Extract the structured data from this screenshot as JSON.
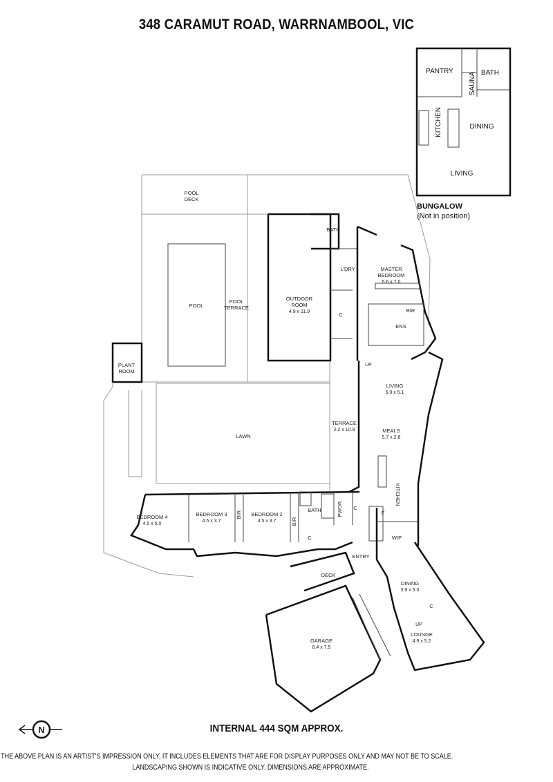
{
  "header": {
    "title": "348 CARAMUT ROAD, WARRNAMBOOL, VIC"
  },
  "bungalow": {
    "title": "BUNGALOW",
    "subtitle": "(Not in position)",
    "rooms": {
      "pantry": "PANTRY",
      "sauna": "SAUNA",
      "bath": "BATH",
      "kitchen": "KITCHEN",
      "dining": "DINING",
      "living": "LIVING"
    }
  },
  "rooms": {
    "pool_deck": [
      "POOL",
      "DECK"
    ],
    "pool": "POOL",
    "pool_terrace": [
      "POOL",
      "TERRACE"
    ],
    "plant_room": [
      "PLANT",
      "ROOM"
    ],
    "outdoor_room": {
      "name": [
        "OUTDOOR",
        "ROOM"
      ],
      "size": "4.9 x 11.9"
    },
    "bath_upper": "BATH",
    "laundry": "L'DRY",
    "cupboard_upper": "C",
    "master_bedroom": {
      "name": [
        "MASTER",
        "BEDROOM"
      ],
      "size": "5.6 x 7.0"
    },
    "master_bir": "BIR",
    "ensuite": "ENS",
    "lawn": "LAWN",
    "terrace": {
      "name": "TERRACE",
      "size": "2.2 x 10.9"
    },
    "living": {
      "name": "LIVING",
      "size": "6.9 x 5.1"
    },
    "meals": {
      "name": "MEALS",
      "size": "5.7 x 2.8"
    },
    "kitchen": "KITCHEN",
    "bedroom4": {
      "name": "BEDROOM 4",
      "size": "4.5 x 5.0"
    },
    "bedroom3": {
      "name": "BEDROOM 3",
      "size": "4.5 x 3.7"
    },
    "bir3": "BIR",
    "bedroom2": {
      "name": "BEDROOM 2",
      "size": "4.5 x 3.7"
    },
    "bir2": "BIR",
    "bath": "BATH",
    "pwdr": "PWDR",
    "cupboard_a": "C",
    "cupboard_b": "C",
    "fridge": "F",
    "wip": "WIP",
    "entry": "ENTRY",
    "deck": "DECK",
    "dining": {
      "name": "DINING",
      "size": "3.9 x 5.0"
    },
    "lounge": {
      "name": "LOUNGE",
      "size": "4.9 x 5.2"
    },
    "cupboard_lounge": "C",
    "garage": {
      "name": "GARAGE",
      "size": "8.4 x 7.5"
    },
    "up1": "UP",
    "up2": "UP"
  },
  "compass": {
    "letter": "N"
  },
  "footer": {
    "area": "INTERNAL 444 SQM APPROX.",
    "disclaimer_1": "THE ABOVE PLAN IS AN ARTIST'S IMPRESSION ONLY, IT INCLUDES ELEMENTS THAT ARE FOR DISPLAY PURPOSES ONLY AND MAY NOT BE TO SCALE.",
    "disclaimer_2": "LANDSCAPING SHOWN IS INDICATIVE ONLY. DIMENSIONS ARE APPROXIMATE."
  }
}
